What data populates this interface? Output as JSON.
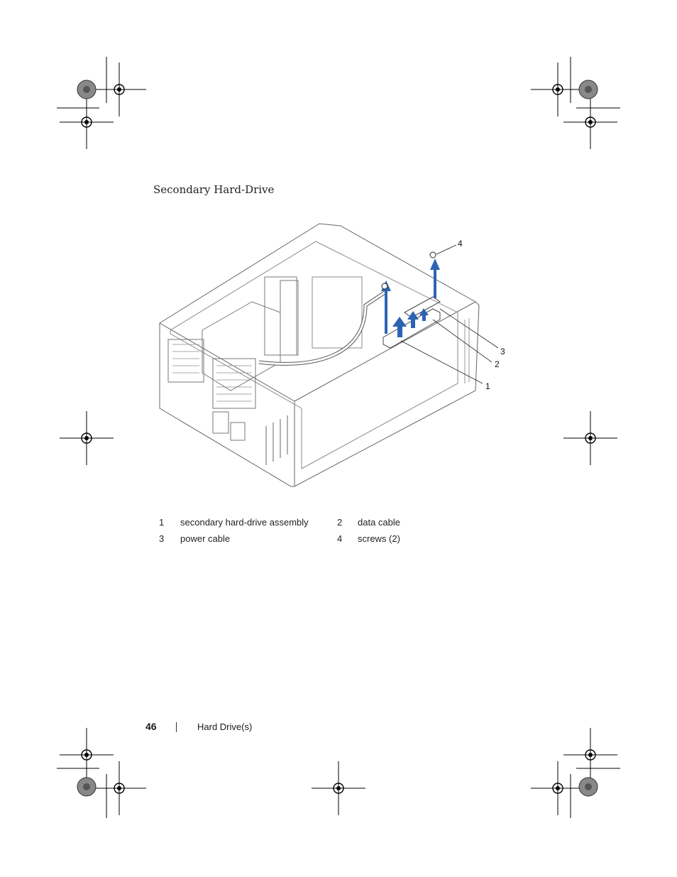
{
  "section_title": "Secondary Hard-Drive",
  "callouts": [
    "4",
    "3",
    "2",
    "1"
  ],
  "legend": {
    "rows": [
      [
        {
          "num": "1",
          "label": "secondary hard-drive assembly"
        },
        {
          "num": "2",
          "label": "data cable"
        }
      ],
      [
        {
          "num": "3",
          "label": "power cable"
        },
        {
          "num": "4",
          "label": "screws (2)"
        }
      ]
    ]
  },
  "footer": {
    "page_number": "46",
    "chapter": "Hard Drive(s)"
  },
  "colors": {
    "arrow": "#2d63b4",
    "line_art": "#555555",
    "text": "#222222"
  }
}
